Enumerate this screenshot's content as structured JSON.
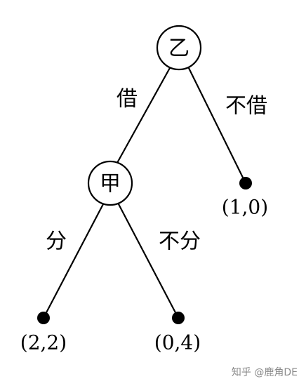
{
  "tree": {
    "root": {
      "player": "乙"
    },
    "root_edges": {
      "left": "借",
      "right": "不借"
    },
    "right_leaf": {
      "payoff": "(1,0)"
    },
    "inner": {
      "player": "甲"
    },
    "inner_edges": {
      "left": "分",
      "right": "不分"
    },
    "left_leaf": {
      "payoff": "(2,2)"
    },
    "middle_leaf": {
      "payoff": "(0,4)"
    }
  },
  "watermark": {
    "text": "知乎 @鹿角DE"
  }
}
